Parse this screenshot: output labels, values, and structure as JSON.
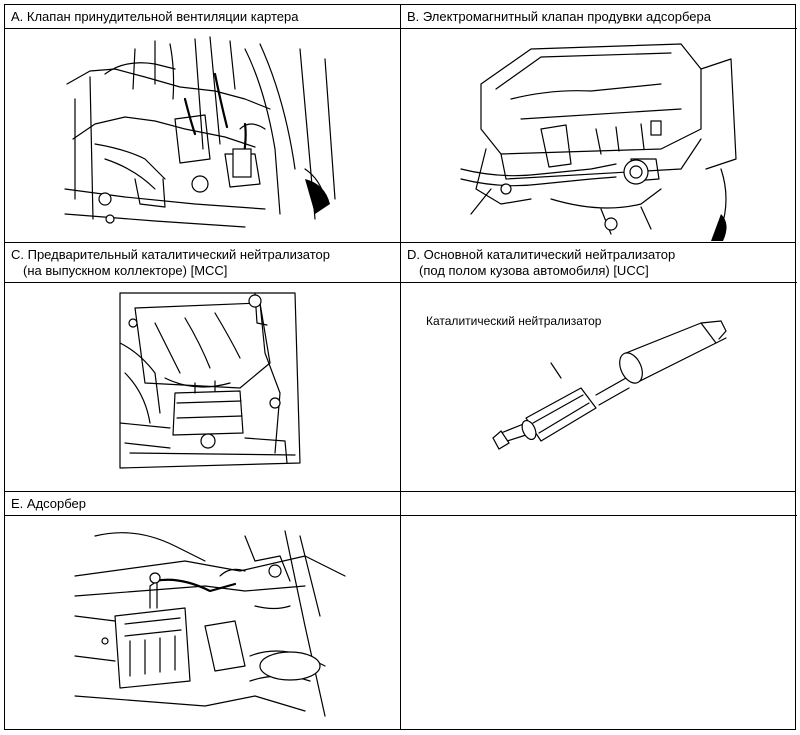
{
  "panels": {
    "a": {
      "caption": "A. Клапан принудительной вентиляции картера",
      "icon": "pcv-valve-drawing"
    },
    "b": {
      "caption": "B. Электромагнитный клапан продувки адсорбера",
      "icon": "purge-solenoid-drawing"
    },
    "c": {
      "caption_line1": "C. Предварительный каталитический нейтрализатор",
      "caption_line2": "(на выпускном коллекторе) [MCC]",
      "icon": "manifold-converter-drawing"
    },
    "d": {
      "caption_line1": "D. Основной каталитический нейтрализатор",
      "caption_line2": "(под полом кузова автомобиля) [UCC]",
      "callout": "Каталитический нейтрализатор",
      "icon": "underfloor-converter-drawing"
    },
    "e": {
      "caption": "E. Адсорбер",
      "icon": "canister-drawing"
    },
    "f": {
      "caption": ""
    }
  }
}
